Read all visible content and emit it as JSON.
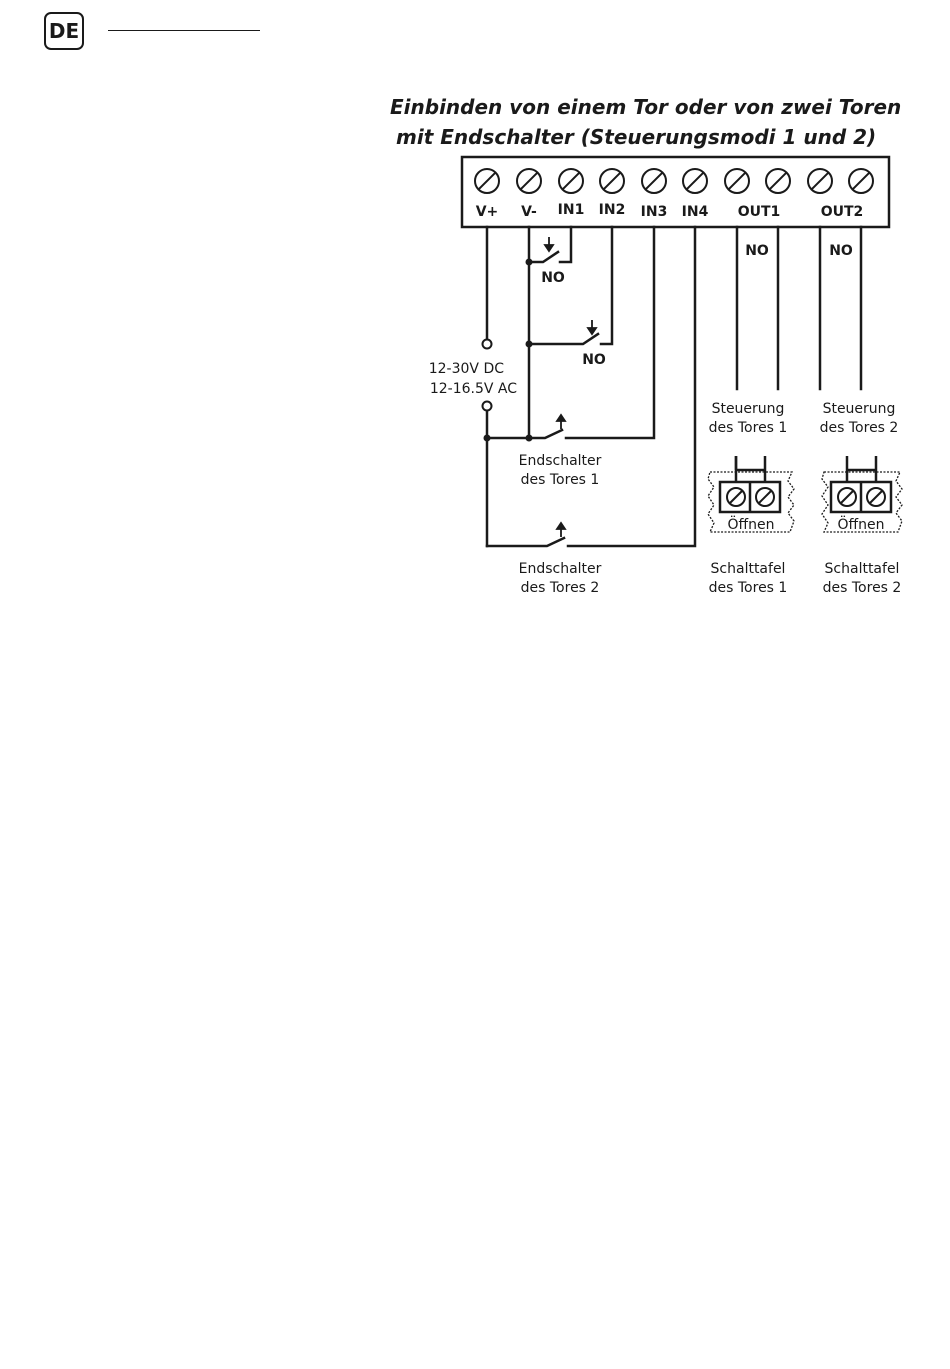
{
  "header": {
    "lang": "DE"
  },
  "title": {
    "line1": "Einbinden von einem Tor oder von zwei Toren",
    "line2": "mit Endschalter (Steuerungsmodi 1 und 2)"
  },
  "terminals": [
    "V+",
    "V-",
    "IN1",
    "IN2",
    "IN3",
    "IN4",
    "OUT1",
    "OUT2"
  ],
  "labels": {
    "no": "NO",
    "supply_dc": "12-30V DC",
    "supply_ac": "12-16.5V AC",
    "limit1_a": "Endschalter",
    "limit1_b": "des Tores 1",
    "limit2_a": "Endschalter",
    "limit2_b": "des Tores 2",
    "ctrl1_a": "Steuerung",
    "ctrl1_b": "des Tores 1",
    "ctrl2_a": "Steuerung",
    "ctrl2_b": "des Tores 2",
    "open": "Öffnen",
    "panel1_a": "Schalttafel",
    "panel1_b": "des Tores 1",
    "panel2_a": "Schalttafel",
    "panel2_b": "des Tores 2"
  }
}
